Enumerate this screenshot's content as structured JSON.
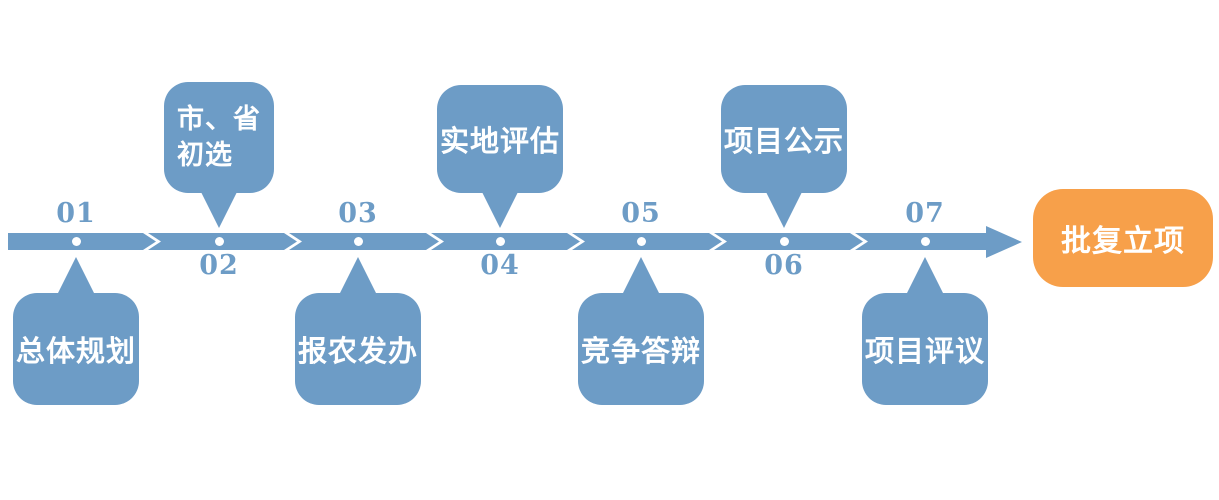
{
  "diagram": {
    "type": "process-timeline",
    "colors": {
      "primary_blue": "#6d9cc6",
      "accent_orange": "#f7a04a",
      "bubble_text": "#ffffff"
    },
    "steps": [
      {
        "number": "01",
        "label": "总体规划",
        "bubble": "below"
      },
      {
        "number": "02",
        "label": "市、省\n初选",
        "bubble": "above"
      },
      {
        "number": "03",
        "label": "报农发办",
        "bubble": "below"
      },
      {
        "number": "04",
        "label": "实地评估",
        "bubble": "above"
      },
      {
        "number": "05",
        "label": "竞争答辩",
        "bubble": "below"
      },
      {
        "number": "06",
        "label": "项目公示",
        "bubble": "above"
      },
      {
        "number": "07",
        "label": "项目评议",
        "bubble": "below"
      }
    ],
    "final": {
      "label": "批复立项"
    }
  }
}
